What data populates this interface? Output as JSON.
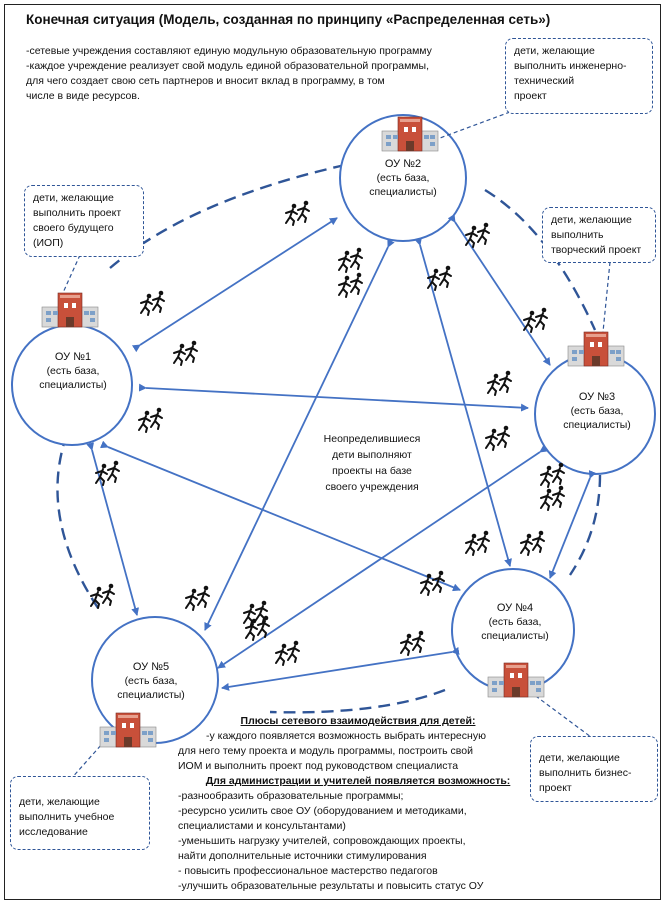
{
  "title": "Конечная ситуация (Модель, созданная по принципу «Распределенная сеть»)",
  "intro": [
    "-сетевые учреждения составляют единую модульную образовательную программу",
    "-каждое учреждение реализует свой модуль единой образовательной программы,",
    "для чего создает свою сеть партнеров и вносит вклад в программу, в том",
    "числе в виде ресурсов."
  ],
  "nodes": {
    "ou1": {
      "name": "ОУ №1",
      "line1": "(есть база,",
      "line2": "специалисты)"
    },
    "ou2": {
      "name": "ОУ №2",
      "line1": "(есть база,",
      "line2": "специалисты)"
    },
    "ou3": {
      "name": "ОУ №3",
      "line1": "(есть база,",
      "line2": "специалисты)"
    },
    "ou4": {
      "name": "ОУ №4",
      "line1": "(есть база,",
      "line2": "специалисты)"
    },
    "ou5": {
      "name": "ОУ №5",
      "line1": "(есть база,",
      "line2": "специалисты)"
    }
  },
  "callouts": {
    "engineering": [
      "дети, желающие",
      "выполнить инженерно-",
      "технический",
      "проект"
    ],
    "future": [
      "дети, желающие",
      "выполнить проект",
      "своего будущего",
      "(ИОП)"
    ],
    "creative": [
      "дети, желающие",
      "выполнить",
      "творческий проект"
    ],
    "business": [
      "дети, желающие",
      "выполнить бизнес-",
      "проект"
    ],
    "research": [
      "дети, желающие",
      "выполнить учебное",
      "исследование"
    ]
  },
  "center_text": [
    "Неопределившиеся",
    "дети выполняют",
    "проекты на базе",
    "своего учреждения"
  ],
  "benefits": {
    "children_heading": "Плюсы сетевого взаимодействия для детей:",
    "children_lines": [
      "-у каждого появляется возможность выбрать  интересную",
      "для него тему проекта и модуль программы, построить свой",
      "ИОМ и выполнить проект под руководством специалиста"
    ],
    "admin_heading": "Для администрации и учителей появляется возможность:",
    "admin_lines": [
      "-разнообразить образовательные программы;",
      "-ресурсно усилить свое ОУ (оборудованием и методиками,",
      "специалистами и консультантами)",
      "-уменьшить нагрузку учителей, сопровождающих проекты,",
      "найти дополнительные источники стимулирования",
      "- повысить профессиональное мастерство педагогов",
      "-улучшить образовательные результаты и повысить статус ОУ"
    ]
  },
  "colors": {
    "line": "#4472c4",
    "dash": "#2f5597",
    "building_wall": "#c8503a",
    "building_base": "#d9d9d9"
  },
  "icons": {
    "runner": "running-children-icon",
    "school": "school-building-icon"
  }
}
